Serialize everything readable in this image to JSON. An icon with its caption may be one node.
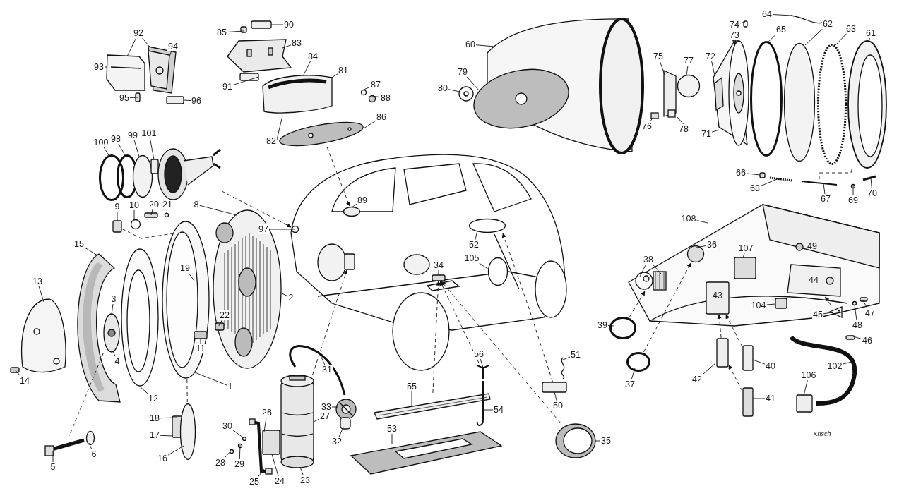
{
  "diagram": {
    "nodes": [
      {
        "text": [
          "92"
        ]
      },
      {
        "text": [
          "94"
        ]
      },
      {
        "text": [
          "93"
        ]
      },
      {
        "text": [
          "95"
        ]
      },
      {
        "text": [
          "96"
        ]
      },
      {
        "text": [
          "85"
        ]
      },
      {
        "text": [
          "90"
        ]
      },
      {
        "text": [
          "83"
        ]
      },
      {
        "text": [
          "84"
        ]
      },
      {
        "text": [
          "81"
        ]
      },
      {
        "text": [
          "91"
        ]
      },
      {
        "text": [
          "87"
        ]
      },
      {
        "text": [
          "88"
        ]
      },
      {
        "text": [
          "86"
        ]
      },
      {
        "text": [
          "82"
        ]
      },
      {
        "text": [
          "100"
        ]
      },
      {
        "text": [
          "98"
        ]
      },
      {
        "text": [
          "99"
        ]
      },
      {
        "text": [
          "101"
        ]
      },
      {
        "text": [
          "9"
        ]
      },
      {
        "text": [
          "10"
        ]
      },
      {
        "text": [
          "20"
        ]
      },
      {
        "text": [
          "21"
        ]
      },
      {
        "text": [
          "8"
        ]
      },
      {
        "text": [
          "97"
        ],
        "in": 121
      },
      {
        "text": [
          "15"
        ]
      },
      {
        "text": [
          "13"
        ]
      },
      {
        "text": [
          "3"
        ],
        "in": 124
      },
      {
        "text": [
          "19"
        ],
        "in": 122
      },
      {
        "text": [
          "2"
        ]
      },
      {
        "text": [
          "22"
        ],
        "in": 121
      },
      {
        "text": [
          "11"
        ],
        "in": 122
      },
      {
        "text": [
          "4"
        ]
      },
      {
        "text": [
          "14"
        ]
      },
      {
        "text": [
          "12"
        ]
      },
      {
        "text": [
          "1"
        ]
      },
      {
        "text": [
          "18"
        ]
      },
      {
        "text": [
          "17"
        ]
      },
      {
        "text": [
          "16"
        ]
      },
      {
        "text": [
          "5"
        ]
      },
      {
        "text": [
          "6"
        ]
      },
      {
        "text": [
          "30"
        ]
      },
      {
        "text": [
          "26"
        ]
      },
      {
        "text": [
          "28"
        ]
      },
      {
        "text": [
          "29"
        ]
      },
      {
        "text": [
          "25"
        ]
      },
      {
        "text": [
          "24"
        ]
      },
      {
        "text": [
          "23"
        ]
      },
      {
        "text": [
          "27"
        ]
      },
      {
        "text": [
          "31"
        ],
        "in": 140
      },
      {
        "text": [
          "33"
        ]
      },
      {
        "text": [
          "32"
        ]
      },
      {
        "text": [
          "55"
        ]
      },
      {
        "text": [
          "56"
        ]
      },
      {
        "text": [
          "54"
        ]
      },
      {
        "text": [
          "53"
        ]
      },
      {
        "text": [
          "34"
        ]
      },
      {
        "text": [
          "50"
        ]
      },
      {
        "text": [
          "51"
        ]
      },
      {
        "text": [
          "35"
        ]
      },
      {
        "text": [
          "52"
        ]
      },
      {
        "text": [
          "105"
        ]
      },
      {
        "text": [
          "89"
        ]
      },
      {
        "text": [
          "60"
        ]
      },
      {
        "text": [
          "79"
        ]
      },
      {
        "text": [
          "80"
        ]
      },
      {
        "text": [
          "75"
        ]
      },
      {
        "text": [
          "77"
        ]
      },
      {
        "text": [
          "76"
        ]
      },
      {
        "text": [
          "78"
        ]
      },
      {
        "text": [
          "72"
        ]
      },
      {
        "text": [
          "71"
        ]
      },
      {
        "text": [
          "74"
        ]
      },
      {
        "text": [
          "73"
        ]
      },
      {
        "text": [
          "64"
        ]
      },
      {
        "text": [
          "65"
        ]
      },
      {
        "text": [
          "62"
        ]
      },
      {
        "text": [
          "63"
        ]
      },
      {
        "text": [
          "61"
        ]
      },
      {
        "text": [
          "66"
        ]
      },
      {
        "text": [
          "68"
        ]
      },
      {
        "text": [
          "67"
        ]
      },
      {
        "text": [
          "69"
        ]
      },
      {
        "text": [
          "70"
        ]
      },
      {
        "text": [
          "108"
        ],
        "in": 172
      },
      {
        "text": [
          "36"
        ],
        "in": 172
      },
      {
        "text": [
          "107"
        ],
        "in": 172
      },
      {
        "text": [
          "38"
        ],
        "in": 172
      },
      {
        "text": [
          "104"
        ],
        "in": 172
      },
      {
        "text": [
          "45"
        ],
        "in": 172
      },
      {
        "text": [
          "47"
        ],
        "in": 172
      },
      {
        "text": [
          "48"
        ]
      },
      {
        "text": [
          "46"
        ]
      },
      {
        "text": [
          "39"
        ]
      },
      {
        "text": [
          "37"
        ]
      },
      {
        "text": [
          "40"
        ]
      },
      {
        "text": [
          "42"
        ]
      },
      {
        "text": [
          "41"
        ]
      },
      {
        "text": [
          "102"
        ],
        "in": 179
      },
      {
        "text": [
          "106"
        ],
        "in": 179
      },
      {
        "text": [],
        "shape": "picture"
      },
      {
        "text": [],
        "shape": "picture"
      },
      {
        "text": [],
        "shape": "box"
      },
      {
        "text": [],
        "shape": "box"
      },
      {
        "text": [],
        "shape": "box"
      },
      {
        "text": [],
        "shape": "box"
      },
      {
        "text": [],
        "shape": "picture"
      },
      {
        "text": [],
        "shape": "picture"
      },
      {
        "text": [],
        "shape": "box"
      },
      {
        "text": [],
        "shape": "circle"
      },
      {
        "text": [],
        "shape": "circle"
      },
      {
        "text": [],
        "shape": "picture"
      },
      {
        "text": [],
        "shape": "circle"
      },
      {
        "text": [],
        "shape": "circle"
      },
      {
        "text": [],
        "shape": "circle"
      },
      {
        "text": [],
        "shape": "box"
      },
      {
        "text": [],
        "shape": "picture"
      },
      {
        "text": [],
        "shape": "box"
      },
      {
        "text": [],
        "shape": "circle"
      },
      {
        "text": [],
        "shape": "box"
      },
      {
        "text": [],
        "shape": "circle"
      },
      {
        "text": [],
        "shape": "picture"
      },
      {
        "text": [],
        "shape": "picture"
      },
      {
        "text": [],
        "shape": "picture"
      },
      {
        "text": [],
        "shape": "picture"
      },
      {
        "text": [],
        "shape": "picture",
        "in": 124
      },
      {
        "text": [],
        "shape": "box",
        "in": 121
      },
      {
        "text": [],
        "shape": "box",
        "in": 122
      },
      {
        "text": [],
        "shape": "picture"
      },
      {
        "text": [],
        "shape": "box"
      },
      {
        "text": [],
        "shape": "picture"
      },
      {
        "text": [],
        "shape": "circle"
      },
      {
        "text": [],
        "shape": "box"
      },
      {
        "text": [],
        "shape": "circle"
      },
      {
        "text": [],
        "shape": "picture"
      },
      {
        "text": [],
        "shape": "box"
      },
      {
        "text": [],
        "shape": "picture"
      },
      {
        "text": [],
        "shape": "circle"
      },
      {
        "text": [],
        "shape": "circle"
      },
      {
        "text": [],
        "shape": "circle"
      },
      {
        "text": [],
        "shape": "picture"
      },
      {
        "text": [],
        "shape": "picture"
      },
      {
        "text": [],
        "shape": "circle"
      },
      {
        "text": [],
        "shape": "circle"
      },
      {
        "text": [],
        "shape": "box"
      },
      {
        "text": [],
        "shape": "circle"
      },
      {
        "text": [],
        "shape": "circle"
      },
      {
        "text": [],
        "shape": "box"
      },
      {
        "text": [],
        "shape": "picture"
      },
      {
        "text": [],
        "shape": "picture"
      },
      {
        "text": [],
        "shape": "picture"
      },
      {
        "text": [],
        "shape": "picture"
      },
      {
        "text": [],
        "shape": "box"
      },
      {
        "text": [],
        "shape": "picture"
      },
      {
        "text": [],
        "shape": "picture"
      },
      {
        "text": [],
        "shape": "picture"
      },
      {
        "text": [],
        "shape": "picture"
      },
      {
        "text": [],
        "shape": "picture"
      },
      {
        "text": [],
        "shape": "picture"
      },
      {
        "text": [],
        "shape": "circle"
      },
      {
        "text": [],
        "shape": "picture"
      },
      {
        "text": [],
        "shape": "box"
      },
      {
        "text": [],
        "shape": "picture"
      },
      {
        "text": [],
        "shape": "circle"
      },
      {
        "text": [],
        "shape": "circle"
      },
      {
        "text": [],
        "shape": "circle"
      },
      {
        "text": [],
        "shape": "picture"
      },
      {
        "text": [],
        "shape": "box"
      },
      {
        "text": [],
        "shape": "picture"
      },
      {
        "text": [],
        "shape": "picture"
      },
      {
        "text": [],
        "shape": "circle"
      },
      {
        "text": [],
        "shape": "picture"
      },
      {
        "text": [],
        "shape": "picture"
      },
      {
        "text": [],
        "shape": "circle",
        "in": 172
      },
      {
        "text": [],
        "shape": "picture",
        "in": 172
      },
      {
        "text": [],
        "shape": "box",
        "in": 172
      },
      {
        "text": [],
        "shape": "box",
        "in": 172
      },
      {
        "text": [],
        "shape": "picture",
        "in": 172
      },
      {
        "text": [],
        "shape": "box",
        "in": 172
      },
      {
        "text": [],
        "shape": "picture"
      },
      {
        "text": [],
        "shape": "box",
        "in": 179
      },
      {
        "text": [],
        "shape": "circle"
      },
      {
        "text": [],
        "shape": "circle"
      },
      {
        "text": [],
        "shape": "box"
      },
      {
        "text": [],
        "shape": "box"
      },
      {
        "text": [],
        "shape": "box"
      },
      {
        "text": [],
        "shape": "picture",
        "in": 172
      },
      {
        "text": [],
        "shape": "box",
        "in": 179
      },
      {
        "text": [],
        "shape": "box",
        "in": 172
      },
      {
        "text": [],
        "shape": "circle",
        "in": 172
      }
    ],
    "edges": [
      {
        "from": 0,
        "to": 100,
        "arrow": "none"
      },
      {
        "from": 1,
        "to": 101,
        "arrow": "none"
      },
      {
        "from": 2,
        "to": 100,
        "arrow": "none"
      },
      {
        "from": 3,
        "to": 102,
        "arrow": "none"
      },
      {
        "from": 4,
        "to": 103,
        "arrow": "none"
      },
      {
        "from": 5,
        "to": 104,
        "arrow": "none"
      },
      {
        "from": 6,
        "to": 105,
        "arrow": "none"
      },
      {
        "from": 7,
        "to": 106,
        "arrow": "none"
      },
      {
        "from": 8,
        "to": 107,
        "arrow": "none"
      },
      {
        "from": 9,
        "to": 107,
        "arrow": "none"
      },
      {
        "from": 10,
        "to": 108,
        "arrow": "none"
      },
      {
        "from": 11,
        "to": 109,
        "arrow": "none"
      },
      {
        "from": 12,
        "to": 110,
        "arrow": "none"
      },
      {
        "from": 13,
        "to": 111,
        "arrow": "none"
      },
      {
        "from": 14,
        "to": 107,
        "arrow": "none"
      },
      {
        "from": 15,
        "to": 112,
        "arrow": "none"
      },
      {
        "from": 16,
        "to": 113,
        "arrow": "none"
      },
      {
        "from": 17,
        "to": 114,
        "arrow": "none"
      },
      {
        "from": 18,
        "to": 115,
        "arrow": "none"
      },
      {
        "from": 19,
        "to": 117,
        "arrow": "none"
      },
      {
        "from": 20,
        "to": 118,
        "arrow": "none"
      },
      {
        "from": 21,
        "to": 119,
        "arrow": "none"
      },
      {
        "from": 22,
        "to": 120,
        "arrow": "none"
      },
      {
        "from": 23,
        "to": 121,
        "arrow": "none"
      },
      {
        "from": 24,
        "to": 142,
        "arrow": "none"
      },
      {
        "from": 25,
        "to": 124,
        "arrow": "none"
      },
      {
        "from": 26,
        "to": 128,
        "arrow": "none"
      },
      {
        "from": 27,
        "to": 125,
        "arrow": "none"
      },
      {
        "from": 28,
        "to": 122,
        "arrow": "none"
      },
      {
        "from": 29,
        "to": 121,
        "arrow": "none"
      },
      {
        "from": 30,
        "to": 126,
        "arrow": "none"
      },
      {
        "from": 31,
        "to": 127,
        "arrow": "none"
      },
      {
        "from": 32,
        "to": 125,
        "arrow": "none"
      },
      {
        "from": 33,
        "to": 129,
        "arrow": "none"
      },
      {
        "from": 34,
        "to": 123,
        "arrow": "none"
      },
      {
        "from": 35,
        "to": 122,
        "arrow": "none"
      },
      {
        "from": 36,
        "to": 132,
        "arrow": "none"
      },
      {
        "from": 37,
        "to": 132,
        "arrow": "none"
      },
      {
        "from": 38,
        "to": 133,
        "arrow": "none"
      },
      {
        "from": 39,
        "to": 130,
        "arrow": "none"
      },
      {
        "from": 40,
        "to": 131,
        "arrow": "none"
      },
      {
        "from": 41,
        "to": 139,
        "arrow": "none"
      },
      {
        "from": 42,
        "to": 135,
        "arrow": "none"
      },
      {
        "from": 43,
        "to": 137,
        "arrow": "none"
      },
      {
        "from": 44,
        "to": 138,
        "arrow": "none"
      },
      {
        "from": 45,
        "to": 136,
        "arrow": "none"
      },
      {
        "from": 46,
        "to": 135,
        "arrow": "none"
      },
      {
        "from": 47,
        "to": 134,
        "arrow": "none"
      },
      {
        "from": 48,
        "to": 134,
        "arrow": "none"
      },
      {
        "from": 49,
        "to": 140,
        "arrow": "none"
      },
      {
        "from": 50,
        "to": 141,
        "arrow": "none"
      },
      {
        "from": 51,
        "to": 141,
        "arrow": "none"
      },
      {
        "from": 52,
        "to": 149,
        "arrow": "none"
      },
      {
        "from": 53,
        "to": 151,
        "arrow": "none"
      },
      {
        "from": 54,
        "to": 150,
        "arrow": "none"
      },
      {
        "from": 55,
        "to": 148,
        "arrow": "none"
      },
      {
        "from": 56,
        "to": 147,
        "arrow": "none"
      },
      {
        "from": 57,
        "to": 152,
        "arrow": "none"
      },
      {
        "from": 58,
        "to": 153,
        "arrow": "none"
      },
      {
        "from": 59,
        "to": 154,
        "arrow": "none"
      },
      {
        "from": 60,
        "to": 145,
        "arrow": "none"
      },
      {
        "from": 61,
        "to": 146,
        "arrow": "none"
      },
      {
        "from": 62,
        "to": 143,
        "arrow": "none"
      },
      {
        "from": 63,
        "to": 155,
        "arrow": "none"
      },
      {
        "from": 64,
        "to": 156,
        "arrow": "none"
      },
      {
        "from": 65,
        "to": 157,
        "arrow": "none"
      },
      {
        "from": 66,
        "to": 158,
        "arrow": "none"
      },
      {
        "from": 67,
        "to": 159,
        "arrow": "none"
      },
      {
        "from": 68,
        "to": 158,
        "arrow": "none"
      },
      {
        "from": 69,
        "to": 158,
        "arrow": "none"
      },
      {
        "from": 70,
        "to": 160,
        "arrow": "none"
      },
      {
        "from": 71,
        "to": 160,
        "arrow": "none"
      },
      {
        "from": 72,
        "to": 161,
        "arrow": "none"
      },
      {
        "from": 73,
        "to": 160,
        "arrow": "none"
      },
      {
        "from": 74,
        "to": 162,
        "arrow": "none"
      },
      {
        "from": 75,
        "to": 163,
        "arrow": "none"
      },
      {
        "from": 76,
        "to": 164,
        "arrow": "none"
      },
      {
        "from": 77,
        "to": 165,
        "arrow": "none"
      },
      {
        "from": 78,
        "to": 166,
        "arrow": "none"
      },
      {
        "from": 79,
        "to": 167,
        "arrow": "none"
      },
      {
        "from": 80,
        "to": 168,
        "arrow": "none"
      },
      {
        "from": 81,
        "to": 169,
        "arrow": "none"
      },
      {
        "from": 82,
        "to": 170,
        "arrow": "none"
      },
      {
        "from": 83,
        "to": 171,
        "arrow": "none"
      },
      {
        "from": 84,
        "to": 172,
        "arrow": "none"
      },
      {
        "from": 85,
        "to": 173,
        "arrow": "none"
      },
      {
        "from": 86,
        "to": 175,
        "arrow": "none"
      },
      {
        "from": 87,
        "to": 174,
        "arrow": "none"
      },
      {
        "from": 88,
        "to": 178,
        "arrow": "none"
      },
      {
        "from": 89,
        "to": 186,
        "arrow": "none"
      },
      {
        "from": 90,
        "to": 188,
        "arrow": "none"
      },
      {
        "from": 91,
        "to": 189,
        "arrow": "none"
      },
      {
        "from": 92,
        "to": 187,
        "arrow": "none"
      },
      {
        "from": 93,
        "to": 181,
        "arrow": "none"
      },
      {
        "from": 94,
        "to": 182,
        "arrow": "none"
      },
      {
        "from": 95,
        "to": 183,
        "arrow": "none"
      },
      {
        "from": 96,
        "to": 184,
        "arrow": "none"
      },
      {
        "from": 97,
        "to": 185,
        "arrow": "none"
      },
      {
        "from": 98,
        "to": 179,
        "arrow": "none"
      },
      {
        "from": 99,
        "to": 180,
        "arrow": "none"
      },
      {
        "from": 0,
        "to": 101,
        "arrow": "none"
      },
      {
        "from": 87,
        "to": 174,
        "arrow": "none"
      },
      {
        "from": 116,
        "to": 142,
        "arrow": "to",
        "style": "dashed"
      },
      {
        "from": 111,
        "to": 143,
        "arrow": "to",
        "style": "dashed"
      },
      {
        "from": 125,
        "to": 130,
        "arrow": "none",
        "style": "dashed"
      },
      {
        "from": 117,
        "to": 122,
        "arrow": "none",
        "style": "dashed"
      },
      {
        "from": 122,
        "to": 133,
        "arrow": "none",
        "style": "dashed"
      },
      {
        "from": 134,
        "to": 144,
        "arrow": "to",
        "style": "dashed"
      },
      {
        "from": 149,
        "to": 147,
        "arrow": "to",
        "style": "dashed"
      },
      {
        "from": 151,
        "to": 147,
        "arrow": "to",
        "style": "dashed"
      },
      {
        "from": 154,
        "to": 147,
        "arrow": "to",
        "style": "dashed"
      },
      {
        "from": 152,
        "to": 145,
        "arrow": "to",
        "style": "dashed"
      },
      {
        "from": 181,
        "to": 174,
        "arrow": "to",
        "style": "dashed"
      },
      {
        "from": 182,
        "to": 173,
        "arrow": "to",
        "style": "dashed"
      },
      {
        "from": 184,
        "to": 176,
        "arrow": "to",
        "style": "dashed"
      },
      {
        "from": 183,
        "to": 176,
        "arrow": "to",
        "style": "dashed"
      },
      {
        "from": 185,
        "to": 184,
        "arrow": "to",
        "style": "dashed"
      },
      {
        "from": 186,
        "to": 177,
        "arrow": "to",
        "style": "dashed"
      },
      {
        "from": 169,
        "to": 166,
        "arrow": "none",
        "style": "dashed"
      }
    ],
    "labels": [
      "49",
      "43",
      "44",
      "Krisch"
    ]
  }
}
